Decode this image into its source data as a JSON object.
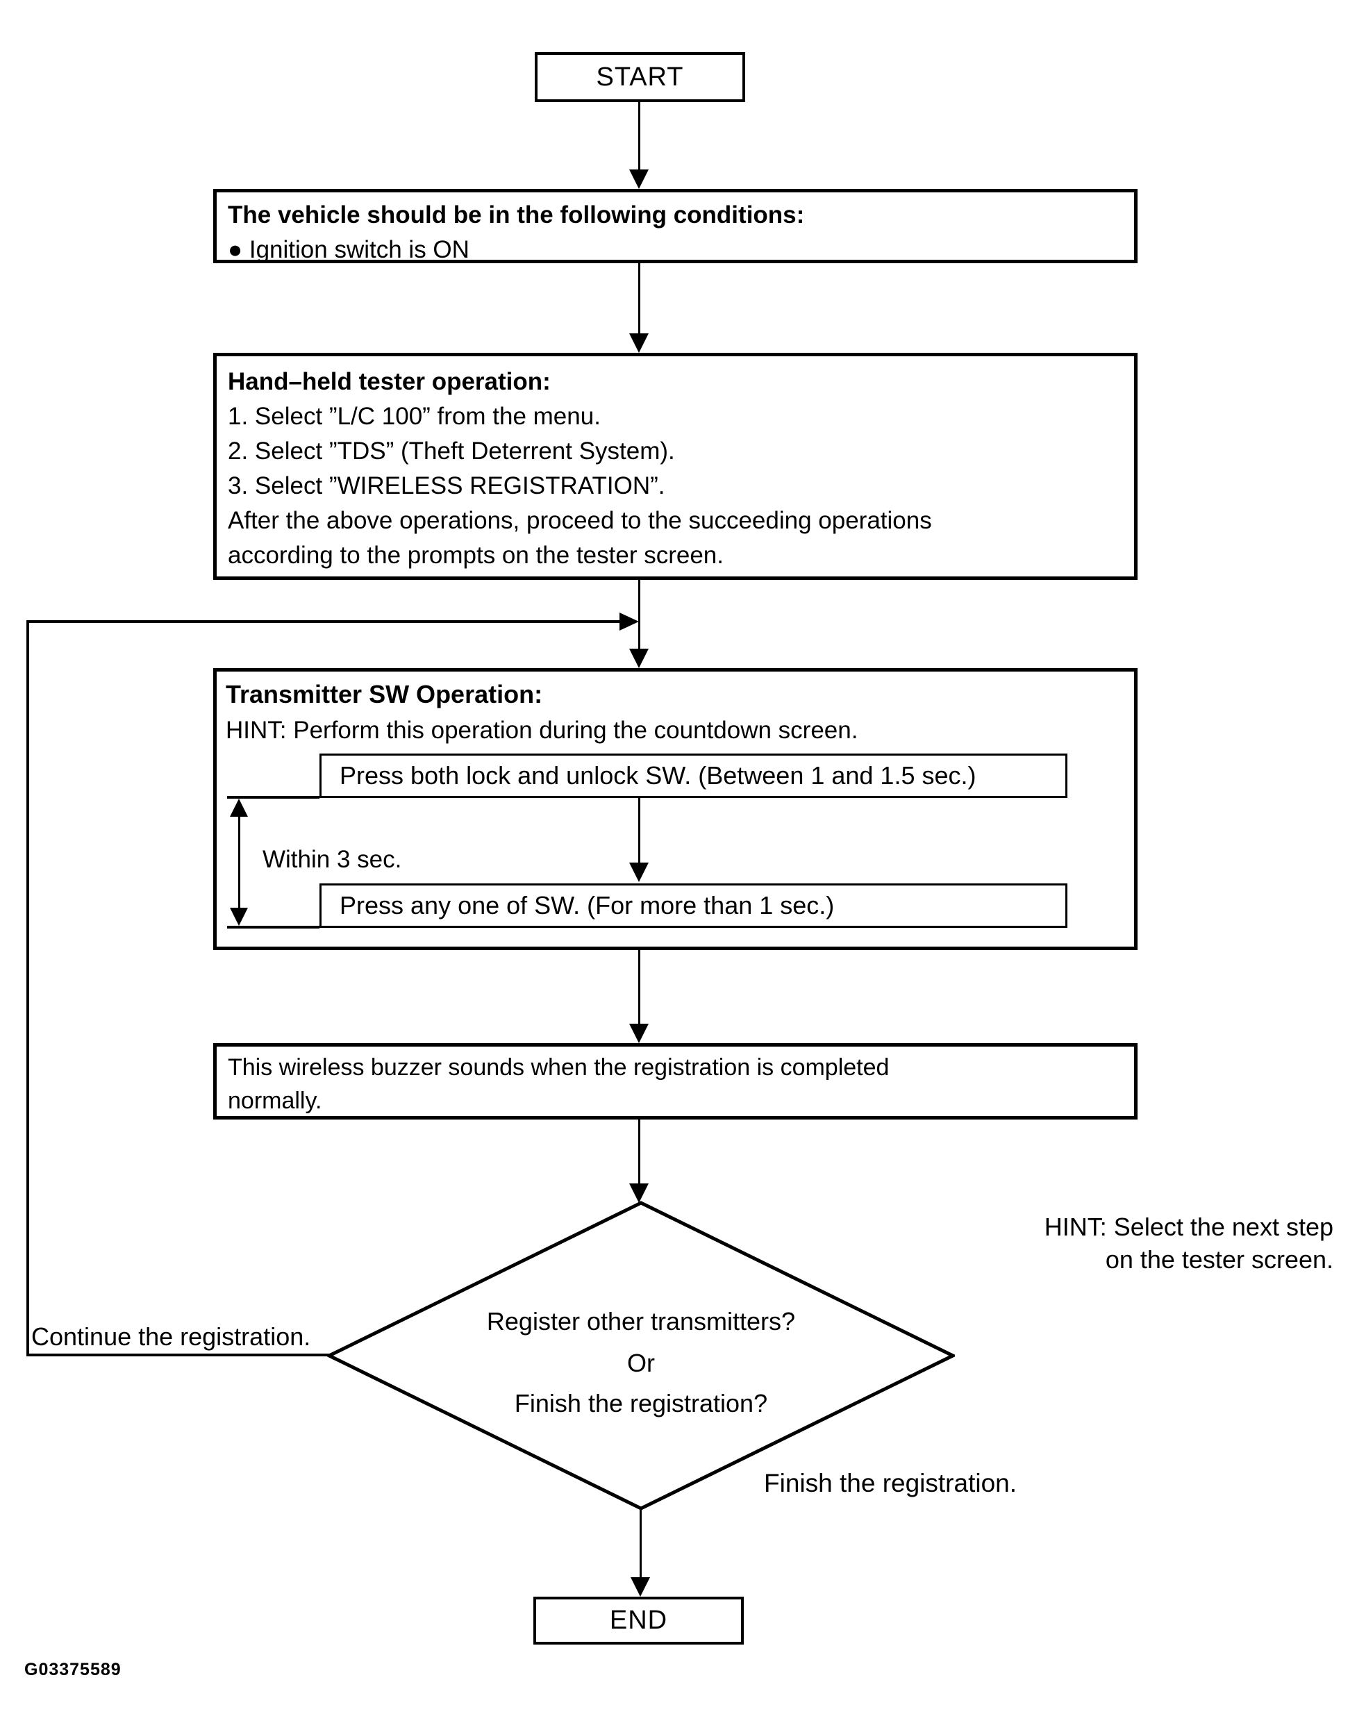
{
  "figure": {
    "id": "G03375589"
  },
  "colors": {
    "ink": "#000000",
    "paper": "#ffffff"
  },
  "flow": {
    "start": {
      "label": "START"
    },
    "vehicle_conditions": {
      "title": "The vehicle should be in the following conditions:",
      "bullet": "● Ignition switch is ON"
    },
    "tester_operation": {
      "title": "Hand–held tester operation:",
      "steps": [
        "1. Select ”L/C 100” from the menu.",
        "2. Select ”TDS” (Theft Deterrent System).",
        "3. Select ”WIRELESS REGISTRATION”."
      ],
      "note_line1": "After the above operations, proceed to the succeeding operations",
      "note_line2": "according to the prompts on the tester screen."
    },
    "transmitter_operation": {
      "title": "Transmitter SW Operation:",
      "hint": "HINT: Perform this operation during the countdown screen.",
      "press_both": "Press both lock and unlock SW. (Between 1 and 1.5 sec.)",
      "press_any": "Press any one of SW. (For more than 1 sec.)",
      "interval": "Within 3 sec."
    },
    "buzzer": {
      "line1": "This wireless buzzer sounds when the registration is completed",
      "line2": "normally."
    },
    "decision": {
      "line1": "Register other transmitters?",
      "line2": "Or",
      "line3": "Finish the registration?"
    },
    "end": {
      "label": "END"
    }
  },
  "labels": {
    "tester_hint_line1": "HINT: Select the next step",
    "tester_hint_line2": "on the tester screen.",
    "continue_branch": "Continue the registration.",
    "finish_branch": "Finish the registration."
  }
}
